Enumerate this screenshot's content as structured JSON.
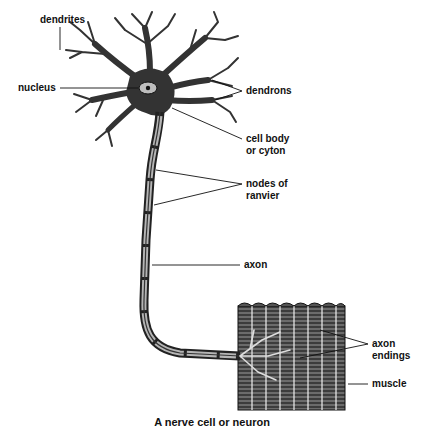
{
  "diagram": {
    "caption": "A nerve cell or neuron",
    "labels": [
      "dendrites",
      "nucleus",
      "dendrons",
      "cell body or cyton",
      "nodes of ranvier",
      "axon",
      "axon endings",
      "muscle"
    ]
  }
}
